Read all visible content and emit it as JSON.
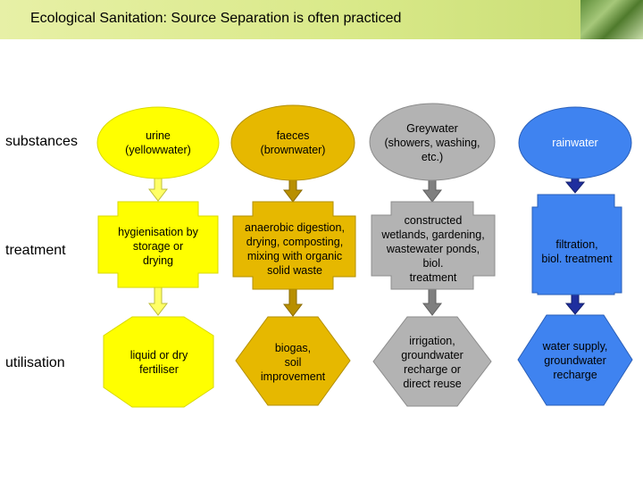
{
  "title": "Ecological Sanitation: Source Separation is often practiced",
  "rows": {
    "substances": "substances",
    "treatment": "treatment",
    "utilisation": "utilisation"
  },
  "colors": {
    "urine": "#ffff00",
    "faeces": "#e6b800",
    "greywater": "#b3b3b3",
    "rainwater": "#3f83f0",
    "arrow_urine": "#ffff66",
    "arrow_faeces": "#b88f00",
    "arrow_grey": "#7f7f7f",
    "arrow_rain": "#1f2f9f"
  },
  "columns": {
    "urine": {
      "substance": "urine\n(yellowwater)",
      "treatment": "hygienisation by\nstorage or\ndrying",
      "utilisation": "liquid or dry\nfertiliser"
    },
    "faeces": {
      "substance": "faeces\n(brownwater)",
      "treatment": "anaerobic digestion,\ndrying, composting,\nmixing with organic\nsolid waste",
      "utilisation": "biogas,\nsoil\nimprovement"
    },
    "greywater": {
      "substance": "Greywater\n(showers, washing,\netc.)",
      "treatment": "constructed\nwetlands, gardening,\nwastewater ponds,\nbiol.\ntreatment",
      "utilisation": "irrigation,\ngroundwater\nrecharge or\ndirect reuse"
    },
    "rainwater": {
      "substance": "rainwater",
      "treatment": "filtration,\nbiol. treatment",
      "utilisation": "water supply,\ngroundwater\nrecharge"
    }
  }
}
